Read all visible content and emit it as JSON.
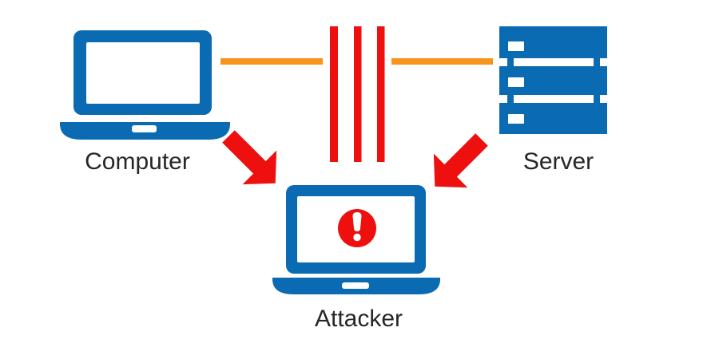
{
  "diagram": {
    "background": "#ffffff",
    "colors": {
      "node_blue": "#0b6bb2",
      "alert_red": "#ee0f0f",
      "link_orange": "#f7941d",
      "label_text": "#262626",
      "screen_white": "#ffffff"
    },
    "nodes": {
      "computer": {
        "label": "Computer",
        "icon": "laptop-icon"
      },
      "server": {
        "label": "Server",
        "icon": "server-icon"
      },
      "attacker": {
        "label": "Attacker",
        "icon": "laptop-warning-icon"
      }
    },
    "interception_bar_count": 3
  }
}
